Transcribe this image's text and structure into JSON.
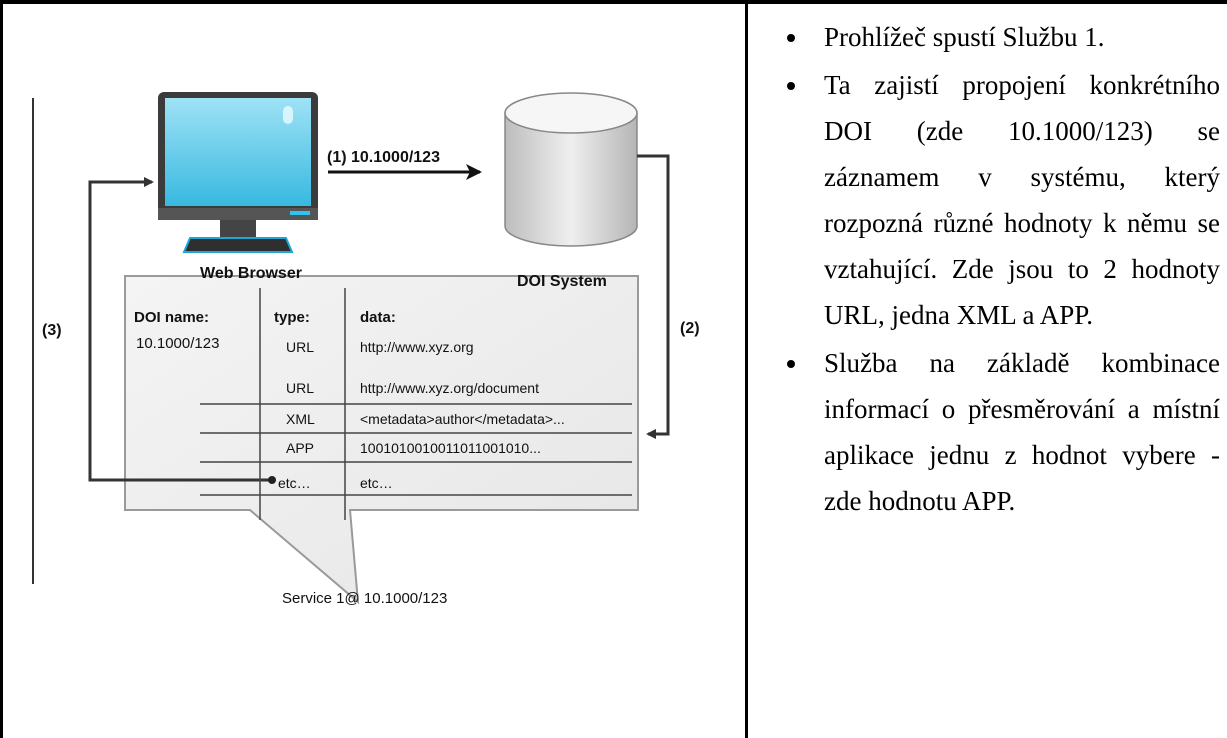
{
  "diagram": {
    "browser_label": "Web Browser",
    "doi_system_label": "DOI System",
    "step1_label": "(1) 10.1000/123",
    "step2_label": "(2)",
    "step3_label": "(3)",
    "service_caption": "Service 1@ 10.1000/123",
    "table": {
      "headers": [
        "DOI name:",
        "type:",
        "data:"
      ],
      "doi_value": "10.1000/123",
      "rows": [
        {
          "type": "URL",
          "data": "http://www.xyz.org"
        },
        {
          "type": "URL",
          "data": "http://www.xyz.org/document"
        },
        {
          "type": "XML",
          "data": "<metadata>author</metadata>..."
        },
        {
          "type": "APP",
          "data": "1001010010011011001010..."
        },
        {
          "type": "etc…",
          "data": "etc…"
        }
      ]
    }
  },
  "bullets": [
    "Prohlížeč spustí Službu 1.",
    "Ta zajistí propojení konkrétního DOI (zde 10.1000/123) se záznamem v systému, který rozpozná různé hodnoty k němu se vztahující. Zde jsou to 2 hodnoty URL, jedna XML a APP.",
    "Služba na základě kombinace informací o přesměrování a místní aplikace jednu z hodnot vybere - zde hodnotu APP."
  ]
}
